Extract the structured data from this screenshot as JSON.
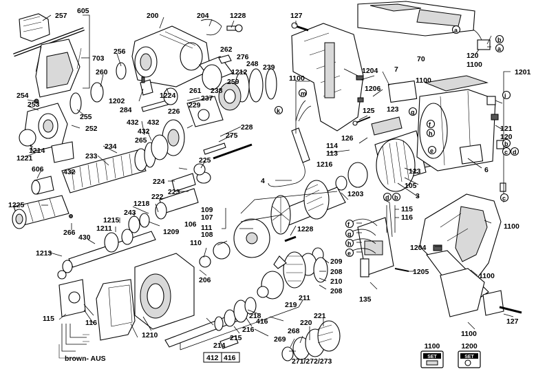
{
  "diagram": {
    "labels": {
      "l257": "257",
      "l605": "605",
      "l703": "703",
      "l200": "200",
      "l204": "204",
      "l1228a": "1228",
      "l127a": "127",
      "l70": "70",
      "la1": "a",
      "lb1": "b",
      "la2": "a",
      "l120a": "120",
      "l1100a": "1100",
      "l256": "256",
      "l262": "262",
      "l276": "276",
      "l1212": "1212",
      "l248": "248",
      "l239": "239",
      "l260": "260",
      "l1202": "1202",
      "l1224": "1224",
      "l261": "261",
      "l259": "259",
      "l238": "238",
      "l237": "237",
      "l229": "229",
      "l284": "284",
      "l254": "254",
      "l253": "253",
      "l255": "255",
      "l252": "252",
      "l226": "226",
      "l432a": "432",
      "l432b": "432",
      "l432c": "432",
      "l265": "265",
      "l228": "228",
      "l275": "275",
      "l1221": "1221",
      "l1214": "1214",
      "l234": "234",
      "l233": "233",
      "l225": "225",
      "l606": "606",
      "l432d": "432",
      "l224": "224",
      "l223": "223",
      "l222": "222",
      "l1218": "1218",
      "l1225": "1225",
      "l243": "243",
      "l1215": "1215",
      "l1211": "1211",
      "l1209": "1209",
      "l266": "266",
      "l430": "430",
      "l1213": "1213",
      "l1100b": "1100",
      "lm": "m",
      "lk": "k",
      "l1204a": "1204",
      "l1206": "1206",
      "l7": "7",
      "l1100c": "1100",
      "l125": "125",
      "l123a": "123",
      "lg1": "g",
      "lf1": "f",
      "lh1": "h",
      "l126": "126",
      "l114a": "114",
      "l113": "113",
      "le1": "e",
      "l1216": "1216",
      "l4": "4",
      "l1203": "1203",
      "l123b": "123",
      "l105": "105",
      "l3": "3",
      "l6": "6",
      "li": "i",
      "l121": "121",
      "l120b": "120",
      "lb2": "b",
      "ld1": "d",
      "lc1": "c",
      "l1201": "1201",
      "l109": "109",
      "l107": "107",
      "l106": "106",
      "l111": "111",
      "l108": "108",
      "l110": "110",
      "l1228b": "1228",
      "ld2": "d",
      "lb3": "b",
      "l115a": "115",
      "l116a": "116",
      "lf2": "f",
      "lg2": "g",
      "lh2": "h",
      "le2": "e",
      "l209": "209",
      "l208a": "208",
      "l210": "210",
      "l208b": "208",
      "l1205": "1205",
      "l135": "135",
      "l1204b": "1204",
      "l1100d": "1100",
      "l1100e": "1100",
      "l127b": "127",
      "l1100f": "1100",
      "l206": "206",
      "l211": "211",
      "l219": "219",
      "l218": "218",
      "l416a": "416",
      "l215": "215",
      "l216": "216",
      "l214": "214",
      "l412": "412",
      "l416b": "416",
      "l221": "221",
      "l220": "220",
      "l268": "268",
      "l269": "269",
      "l271": "271/272/273",
      "l1210": "1210",
      "l115b": "115",
      "l116b": "116",
      "lbrown": "brown- AUS",
      "lc2": "c"
    },
    "set_kits": [
      {
        "number": "1100",
        "badge": "SET"
      },
      {
        "number": "1200",
        "badge": "SET"
      }
    ]
  }
}
